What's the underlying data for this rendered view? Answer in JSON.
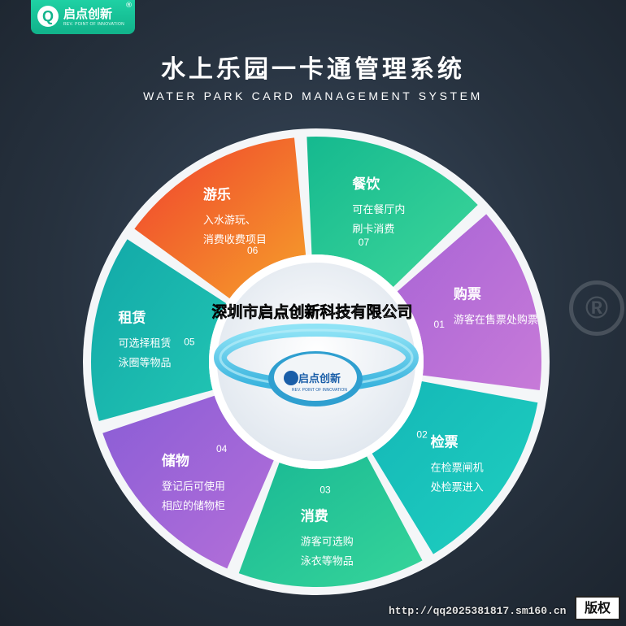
{
  "logo": {
    "name": "启点创新",
    "reg": "®",
    "sub": "REV. POINT OF INNOVATION",
    "mark": "Q"
  },
  "title": "水上乐园一卡通管理系统",
  "subtitle": "WATER PARK CARD MANAGEMENT SYSTEM",
  "center": {
    "brand": "启点创新",
    "brand_sub": "REV. POINT OF INNOVATION"
  },
  "segments": [
    {
      "num": "01",
      "title": "购票",
      "desc": [
        "游客在售票处购票"
      ],
      "color_a": "#a864d6",
      "color_b": "#c77ad8"
    },
    {
      "num": "02",
      "title": "检票",
      "desc": [
        "在检票闸机",
        "处检票进入"
      ],
      "color_a": "#14b7b7",
      "color_b": "#1fd0c0"
    },
    {
      "num": "03",
      "title": "消费",
      "desc": [
        "游客可选购",
        "泳衣等物品"
      ],
      "color_a": "#19b894",
      "color_b": "#36d59a"
    },
    {
      "num": "04",
      "title": "储物",
      "desc": [
        "登记后可使用",
        "相应的储物柜"
      ],
      "color_a": "#8a5dd6",
      "color_b": "#b46fd9"
    },
    {
      "num": "05",
      "title": "租赁",
      "desc": [
        "可选择租赁",
        "泳圈等物品"
      ],
      "color_a": "#12a8a8",
      "color_b": "#22c6b3"
    },
    {
      "num": "06",
      "title": "游乐",
      "desc": [
        "入水游玩、",
        "消费收费项目"
      ],
      "color_a": "#f0402e",
      "color_b": "#f5a02a"
    },
    {
      "num": "07",
      "title": "餐饮",
      "desc": [
        "可在餐厅内",
        "刷卡消费"
      ],
      "color_a": "#15b98f",
      "color_b": "#3ed79a"
    }
  ],
  "watermark": {
    "text": "深圳市启点创新科技有限公司",
    "reg": "®"
  },
  "footer": {
    "url": "http://qq2025381817.sm160.cn",
    "badge": "版权"
  }
}
